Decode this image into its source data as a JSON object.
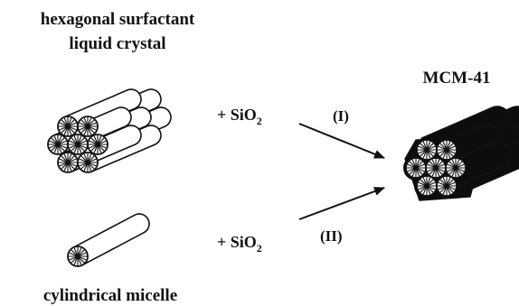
{
  "labels": {
    "hexagonal_line1": "hexagonal surfactant",
    "hexagonal_line2": "liquid crystal",
    "product": "MCM-41",
    "micelle": "cylindrical micelle",
    "reagent_prefix": "+ SiO",
    "reagent_subscript": "2",
    "route_one": "(I)",
    "route_two": "(II)"
  },
  "colors": {
    "ink": "#111111",
    "paper": "#ffffff",
    "silica_fill": "#0d0d0d"
  }
}
